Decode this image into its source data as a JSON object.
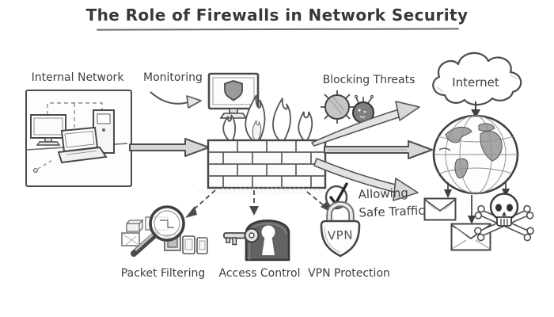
{
  "title": "The Role of Firewalls in Network Security",
  "colors": {
    "ink": "#3d3d3d",
    "ink_soft": "#5a5a5a",
    "arrow_fill": "#d7d7d7",
    "dark_fill": "#606060",
    "shield_fill": "#9a9a9a",
    "background": "#ffffff"
  },
  "nodes": {
    "internal_network": {
      "label": "Internal Network"
    },
    "monitoring": {
      "label": "Monitoring"
    },
    "firewall": {
      "name": "firewall-brick-wall-with-flames"
    },
    "blocking_threats": {
      "label": "Blocking Threats"
    },
    "internet": {
      "label": "Internet"
    },
    "allowing_safe_traffic": {
      "line1": "Allowing",
      "line2": "Safe Traffic"
    },
    "packet_filtering": {
      "label": "Packet Filtering"
    },
    "access_control": {
      "label": "Access Control"
    },
    "vpn_protection": {
      "label": "VPN Protection",
      "badge": "VPN"
    }
  }
}
